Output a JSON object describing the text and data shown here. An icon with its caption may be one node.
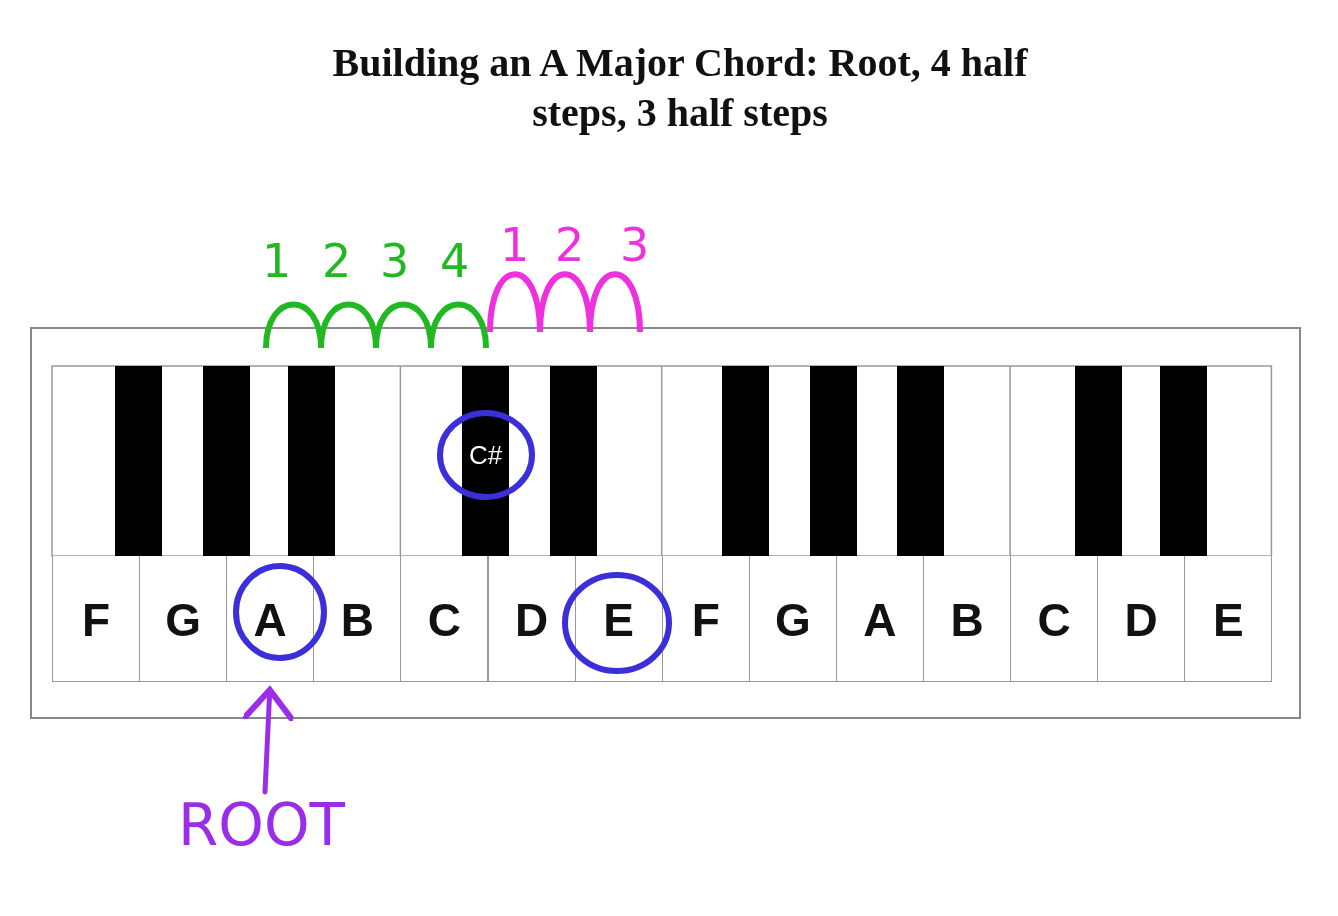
{
  "diagram": {
    "title": "Building an A Major Chord: Root, 4 half steps, 3 half steps",
    "nodes": [
      {
        "text": [],
        "shape": "bar"
      },
      {
        "text": [],
        "shape": "bar"
      },
      {
        "text": [],
        "shape": "bar"
      },
      {
        "text": [
          "C#"
        ]
      },
      {
        "text": [],
        "shape": "bar"
      },
      {
        "text": [],
        "shape": "bar"
      },
      {
        "text": [],
        "shape": "bar"
      },
      {
        "text": [],
        "shape": "bar"
      },
      {
        "text": [],
        "shape": "bar"
      },
      {
        "text": [],
        "shape": "bar"
      },
      {
        "text": [
          "F"
        ]
      },
      {
        "text": [
          "G"
        ]
      },
      {
        "text": [
          "A"
        ]
      },
      {
        "text": [
          "B"
        ]
      },
      {
        "text": [
          "C"
        ]
      },
      {
        "text": [
          "D"
        ]
      },
      {
        "text": [
          "E"
        ]
      },
      {
        "text": [
          "F"
        ]
      },
      {
        "text": [
          "G"
        ]
      },
      {
        "text": [
          "A"
        ]
      },
      {
        "text": [
          "B"
        ]
      },
      {
        "text": [
          "C"
        ]
      },
      {
        "text": [
          "D"
        ]
      },
      {
        "text": [
          "E"
        ]
      },
      {
        "text": [
          "ROOT"
        ]
      }
    ],
    "edges": [
      {
        "from": 24,
        "to": 12,
        "arrow": "to",
        "color": "#9a2ee8"
      }
    ],
    "labels": [
      "1",
      "2",
      "3",
      "4",
      "1",
      "2",
      "3"
    ]
  }
}
